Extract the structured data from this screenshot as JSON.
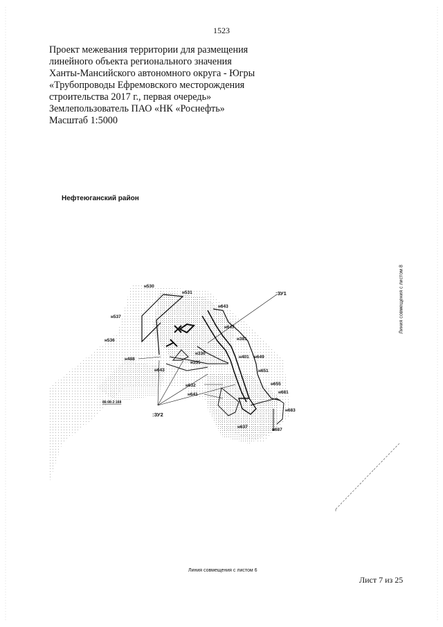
{
  "page_number": "1523",
  "title_lines": [
    "Проект межевания территории для размещения",
    "линейного объекта регионального значения",
    "Ханты-Мансийского автономного округа - Югры",
    "«Трубопроводы Ефремовского месторождения",
    "строительства 2017 г., первая очередь»",
    "Землепользователь ПАО «НК «Роснефть»",
    "Масштаб 1:5000"
  ],
  "district": "Нефтеюганский район",
  "map": {
    "point_labels": [
      "н530",
      "н531",
      "н643",
      "н537",
      "н647",
      "н381",
      "н536",
      "н401",
      "н649",
      "н330",
      "н488",
      "н335",
      "н651",
      "н643",
      "н655",
      "н632",
      "н681",
      "н641",
      "н683",
      "н637",
      "н687"
    ],
    "zones": [
      ":ЗУ1",
      ":ЗУ2"
    ],
    "parcel_id": "86:08:2:168"
  },
  "match_line_bottom": "Линия совмещения с листом 6",
  "match_line_right": "Линия совмещения с листом 8",
  "sheet": "Лист 7 из 25"
}
